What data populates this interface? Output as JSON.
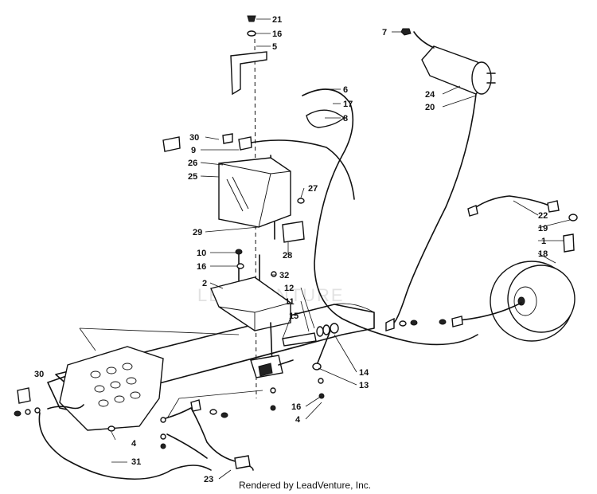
{
  "watermark": "LEADVENTURE",
  "footer": "Rendered by LeadVenture, Inc.",
  "callouts": {
    "c21": "21",
    "c16a": "16",
    "c5": "5",
    "c7": "7",
    "c6": "6",
    "c17": "17",
    "c8": "8",
    "c24": "24",
    "c20": "20",
    "c30a": "30",
    "c9": "9",
    "c26": "26",
    "c25": "25",
    "c27": "27",
    "c22": "22",
    "c19": "19",
    "c1": "1",
    "c18": "18",
    "c29": "29",
    "c10": "10",
    "c16b": "16",
    "c28": "28",
    "c32": "32",
    "c2": "2",
    "c12": "12",
    "c11": "11",
    "c15": "15",
    "c14": "14",
    "c13": "13",
    "c30b": "30",
    "c16c": "16",
    "c4a": "4",
    "c4b": "4",
    "c31": "31",
    "c23": "23"
  }
}
